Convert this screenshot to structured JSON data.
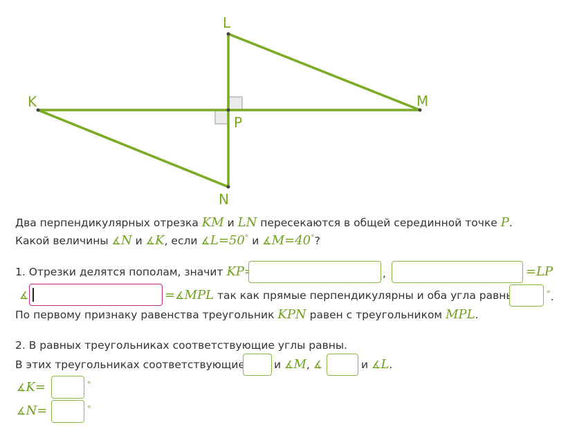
{
  "diagram": {
    "points": {
      "K": "K",
      "L": "L",
      "M": "M",
      "N": "N",
      "P": "P"
    },
    "line_color": "#7aab23"
  },
  "problem": {
    "line1_text1": "Два перпендикулярных отрезка ",
    "seg_KM": "KM",
    "line1_and": " и ",
    "seg_LN": "LN",
    "line1_text2": " пересекаются в общей серединной точке ",
    "pt_P": "P",
    "line1_dot": ".",
    "line2_text1": "Какой величины ",
    "angle_symbol": "∡",
    "N": "N",
    "line2_and1": " и  ",
    "K": "K",
    "line2_text2": ", если ",
    "L_eq": "L=50",
    "line2_and2": " и ",
    "M_eq": "M=40",
    "deg": "°",
    "line2_q": "?"
  },
  "step1": {
    "prefix": "1. Отрезки делятся пополам, значит ",
    "kp_eq": "KP=",
    "comma": ",",
    "eq_lp": "=LP",
    "eq_mpl_angle": "=",
    "mpl": "MPL",
    "text_perp": " так как прямые перпендикулярны и оба угла равны",
    "dot": ".",
    "line3_text1": "По первому признаку равенства треугольник ",
    "kpn": "KPN",
    "line3_text2": " равен с треугольником ",
    "mpl2": "MPL",
    "line3_dot": "."
  },
  "step2": {
    "line1": "2. В равных треугольниках соответствующие углы равны.",
    "line2_text": "В этих треугольниках соответствующие ",
    "and1": " и ",
    "M": "M",
    "comma": ", ",
    "and2": " и ",
    "L": "L",
    "dot": ".",
    "K_eq": "K=",
    "N_eq": "N="
  },
  "inputs": {
    "kp_value": "",
    "lp_value": "",
    "angle_value": "",
    "degree_value": "",
    "corr1_value": "",
    "corr2_value": "",
    "k_value": "",
    "n_value": ""
  }
}
